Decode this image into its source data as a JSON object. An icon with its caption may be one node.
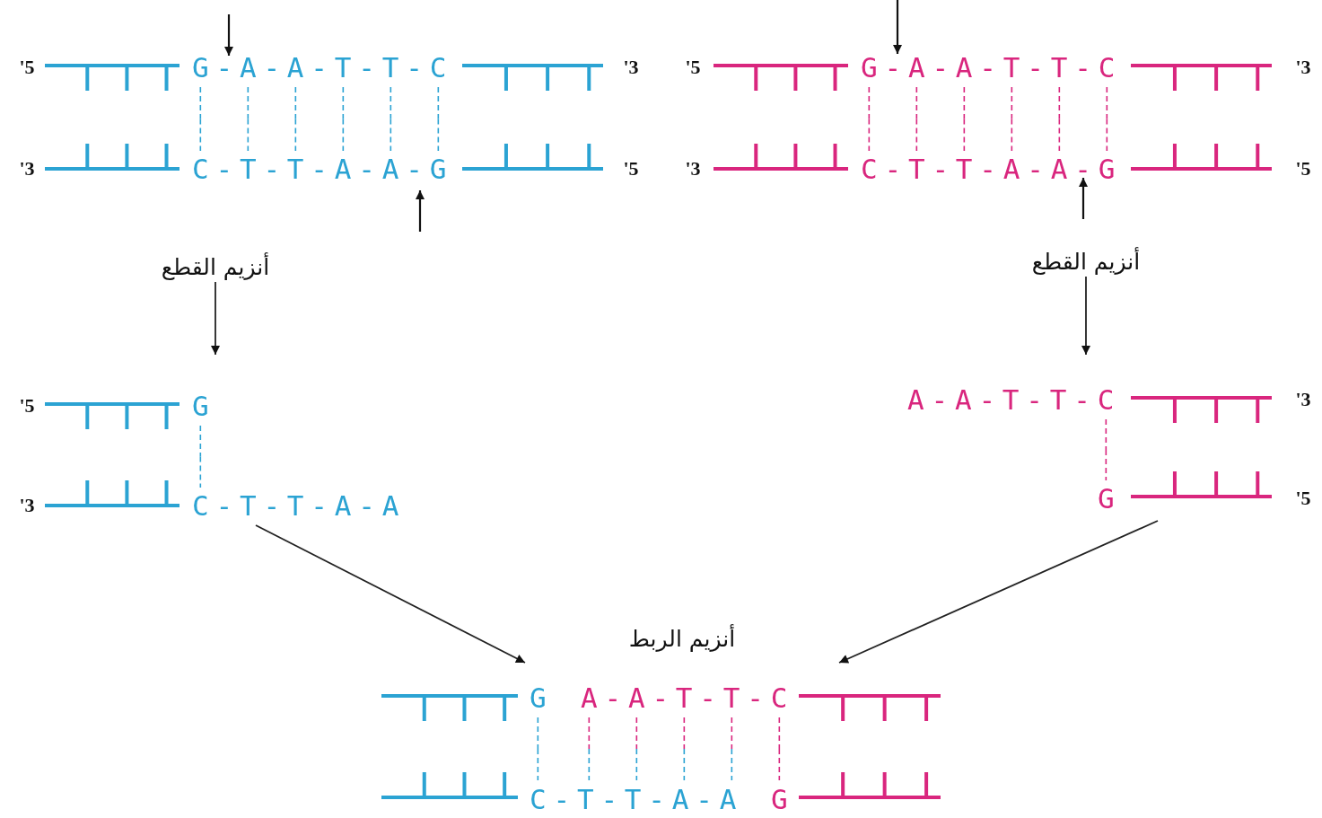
{
  "diagram": {
    "nodes": [
      {
        "text": [
          "'5",
          "G-A-A-T-T-C",
          "'3",
          "'3",
          "C-T-T-A-A-G",
          "'5"
        ]
      },
      {
        "text": [
          "'5",
          "G-A-A-T-T-C",
          "'3",
          "'3",
          "C-T-T-A-A-G",
          "'5"
        ]
      },
      {
        "text": [
          "أنزيم القطع"
        ]
      },
      {
        "text": [
          "أنزيم القطع"
        ]
      },
      {
        "text": [
          "'5",
          "G",
          "'3",
          "C-T-T-A-A"
        ]
      },
      {
        "text": [
          "A-A-T-T-C",
          "'3",
          "G",
          "'5"
        ]
      },
      {
        "text": [
          "G",
          "A-A-T-T-C",
          "C-T-T-A-A",
          "G"
        ],
        "beside": [
          "أنزيم الربط"
        ]
      }
    ],
    "edges": [
      {
        "from": 2,
        "to": 4,
        "arrow": "to"
      },
      {
        "from": 3,
        "to": 5,
        "arrow": "to"
      },
      {
        "from": 4,
        "to": 6,
        "arrow": "to"
      },
      {
        "from": 5,
        "to": 6,
        "arrow": "to"
      }
    ]
  }
}
